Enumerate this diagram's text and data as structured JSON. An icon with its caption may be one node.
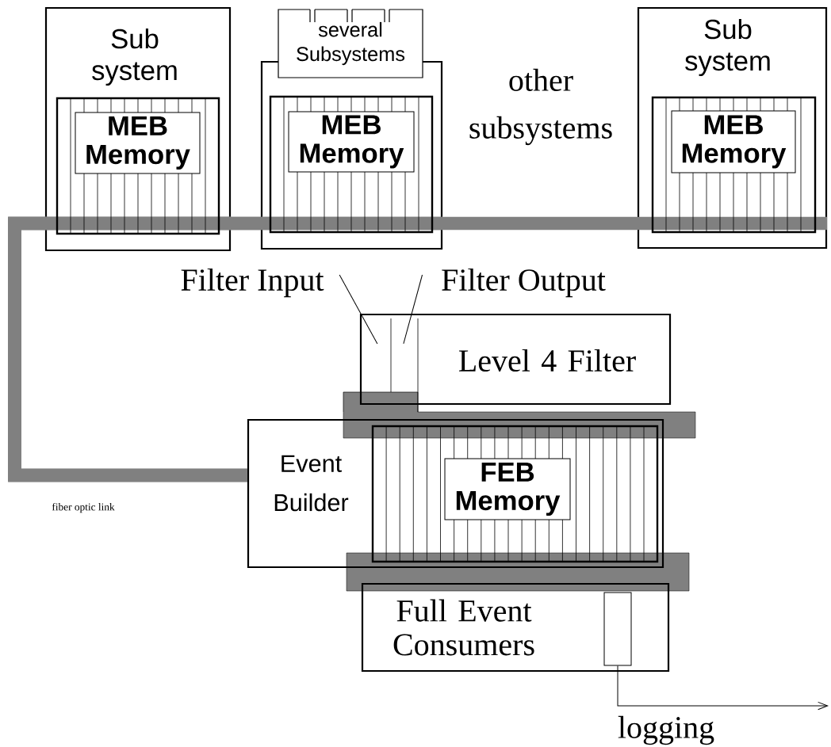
{
  "diagram": {
    "nodes": [
      {
        "text": [
          "Sub system"
        ]
      },
      {
        "text": [
          "MEB Memory"
        ],
        "in": 0
      },
      {
        "text": [],
        "shape": "box"
      },
      {
        "text": [
          "several Subsystems"
        ]
      },
      {
        "text": [
          "MEB Memory"
        ],
        "in": 2
      },
      {
        "text": [
          "Sub system"
        ]
      },
      {
        "text": [
          "MEB Memory"
        ],
        "in": 5
      },
      {
        "text": [
          "Level 4 Filter"
        ]
      },
      {
        "text": [
          "Event Builder"
        ]
      },
      {
        "text": [
          "FEB Memory"
        ],
        "in": 8
      },
      {
        "text": [
          "Full Event Consumers"
        ]
      },
      {
        "text": [],
        "shape": "box",
        "in": 10
      },
      {
        "text": [
          "Filter Input"
        ]
      },
      {
        "text": [
          "Filter Output"
        ]
      },
      {
        "text": [],
        "shape": "bar"
      },
      {
        "text": [],
        "shape": "bar"
      }
    ],
    "edges": [
      {
        "from": 8,
        "to": 0,
        "arrow": "none",
        "style": "thick",
        "color": "#808080"
      },
      {
        "from": 8,
        "to": 2,
        "arrow": "none",
        "style": "thick",
        "color": "#808080"
      },
      {
        "from": 8,
        "to": 5,
        "arrow": "none",
        "style": "thick",
        "color": "#808080"
      },
      {
        "from": 12,
        "to": 7,
        "arrow": "none",
        "color": "#000000"
      },
      {
        "from": 13,
        "to": 7,
        "arrow": "none",
        "color": "#000000"
      },
      {
        "from": 11,
        "to": null,
        "arrow": "to",
        "color": "#000000"
      }
    ],
    "labels": [
      "other subsystems",
      "fiber optic link",
      "logging"
    ]
  }
}
